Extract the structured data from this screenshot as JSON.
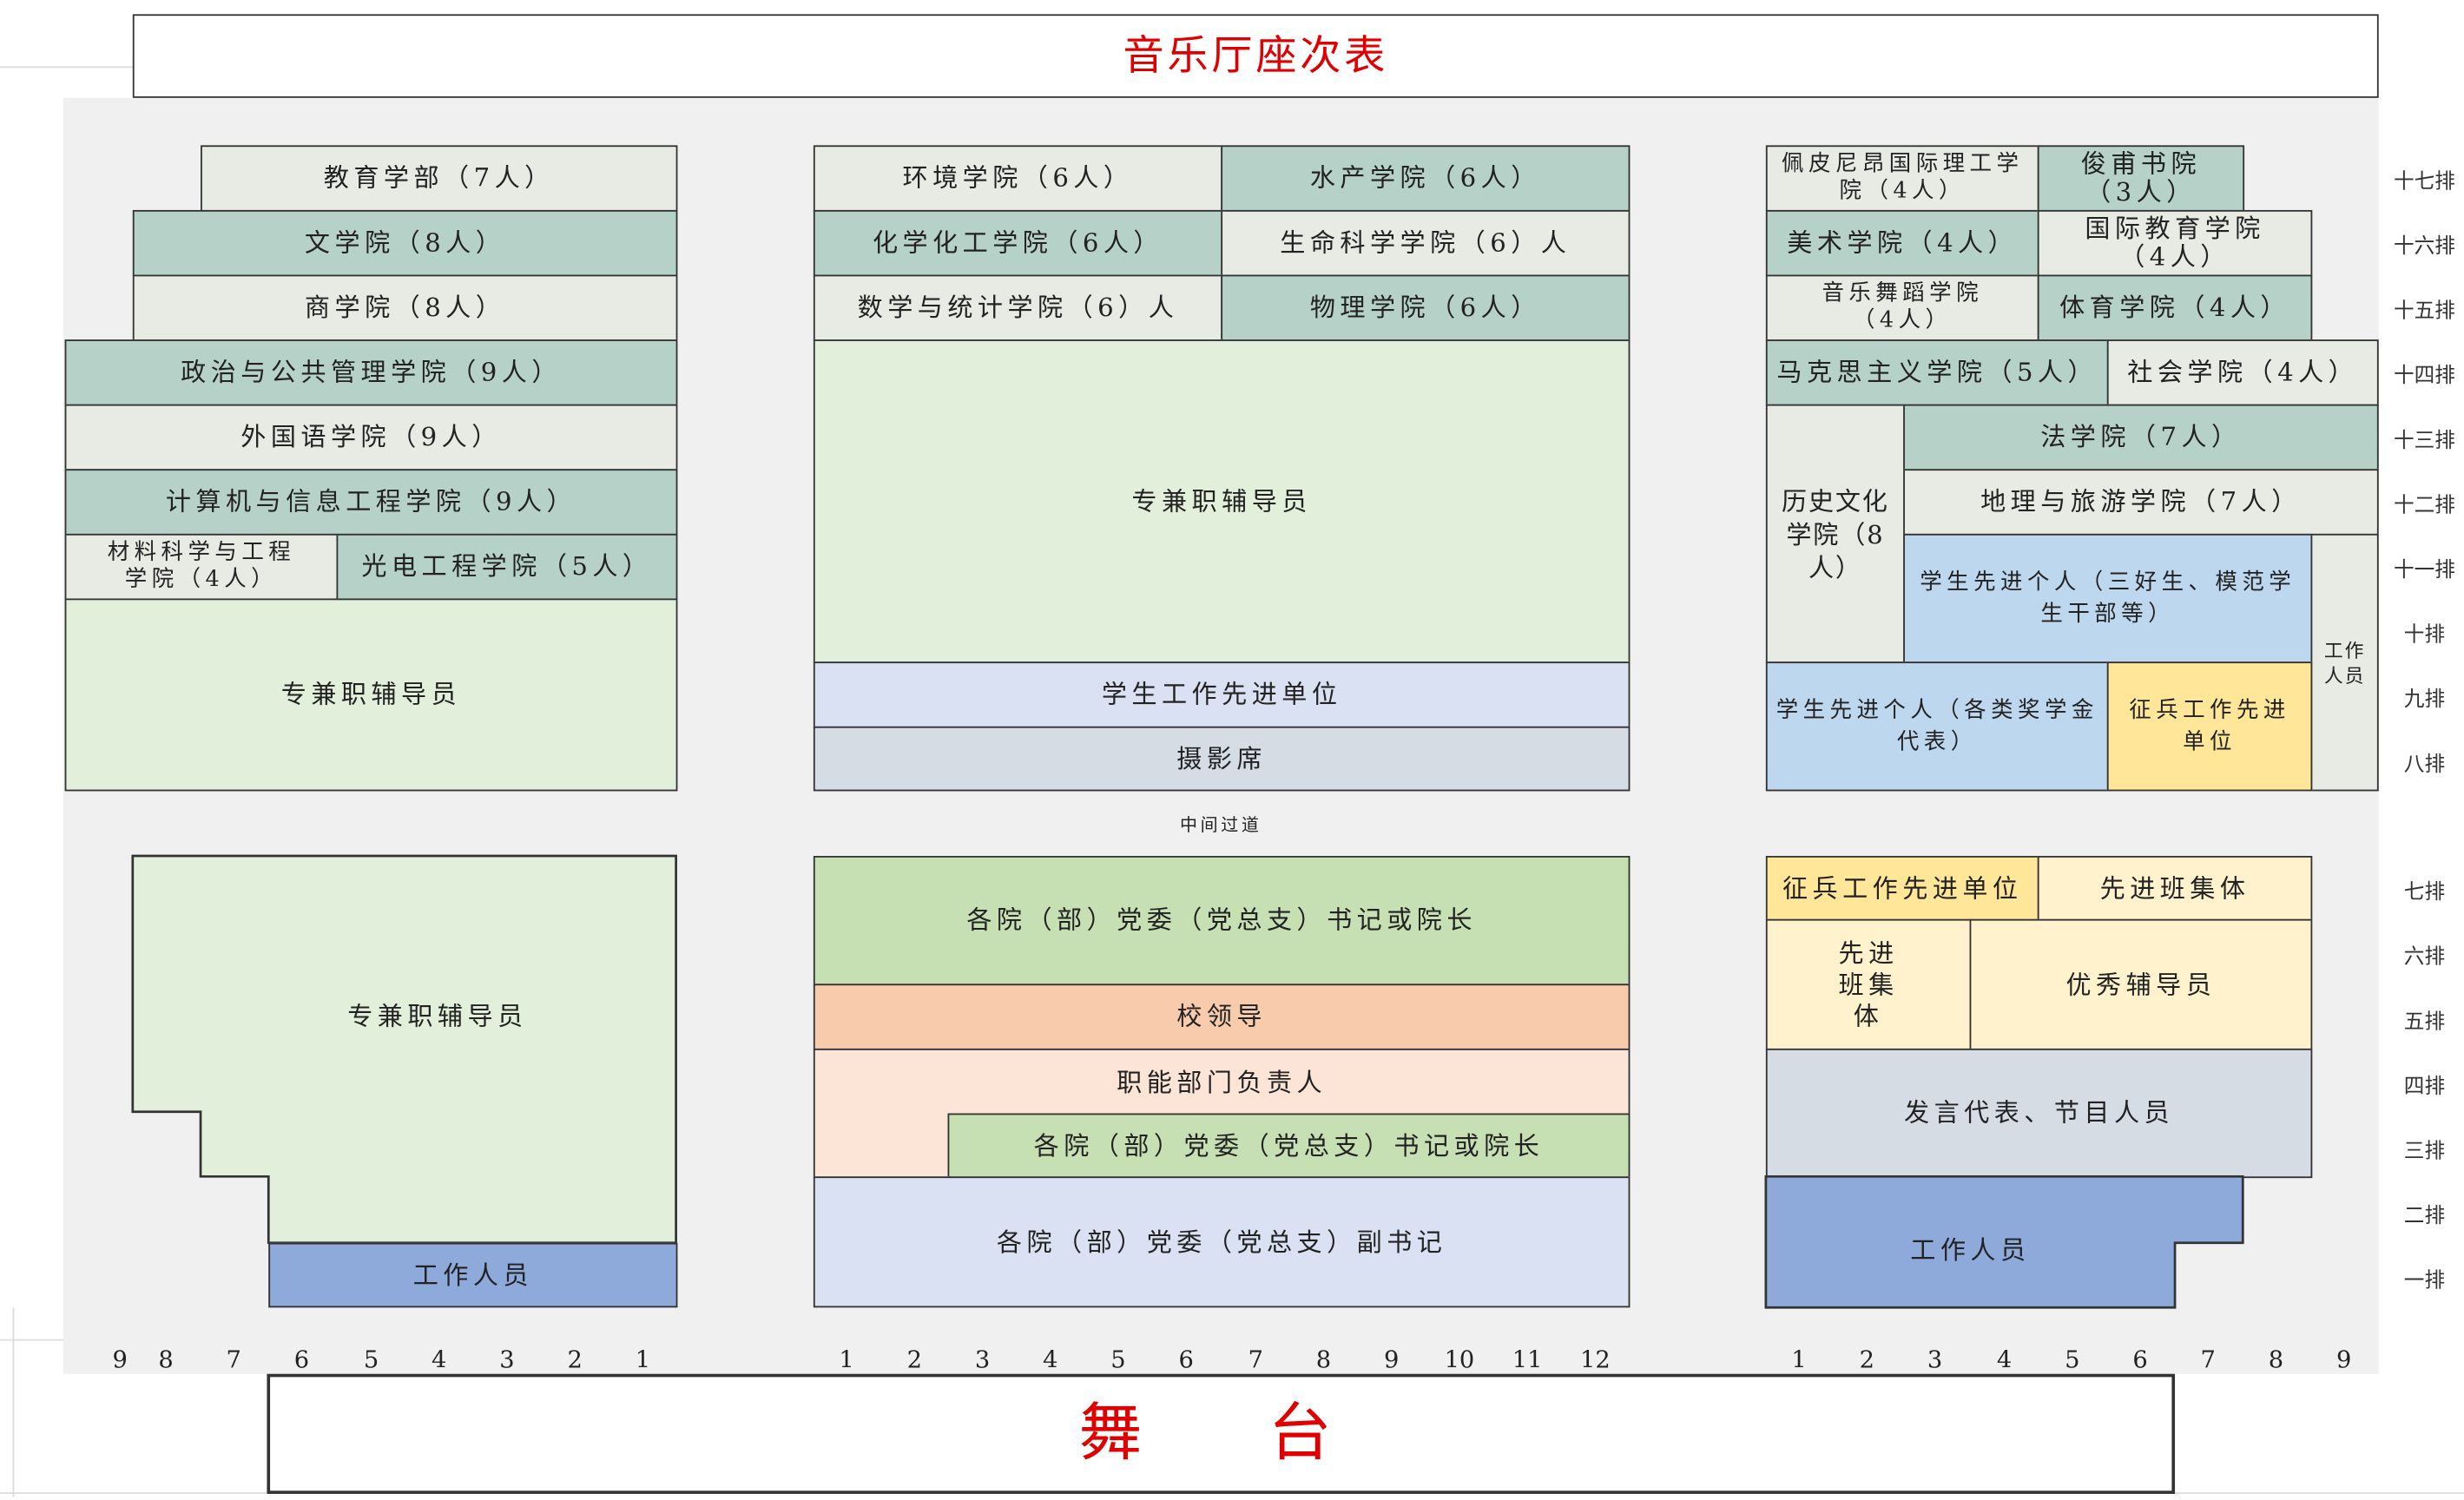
{
  "title": "音乐厅座次表",
  "stage": "舞　台",
  "aisle": "中间过道",
  "row_labels": [
    "十七排",
    "十六排",
    "十五排",
    "十四排",
    "十三排",
    "十二排",
    "十一排",
    "十排",
    "九排",
    "八排",
    "七排",
    "六排",
    "五排",
    "四排",
    "三排",
    "二排",
    "一排"
  ],
  "left_top": {
    "jiaoyu": "教育学部（7人）",
    "wenxue": "文学院（8人）",
    "shangxue": "商学院（8人）",
    "zhengzhi": "政治与公共管理学院（9人）",
    "waiguoyu": "外国语学院（9人）",
    "jisuanji": "计算机与信息工程学院（9人）",
    "cailiao": "材料科学与工程学院（4人）",
    "guangdian": "光电工程学院（5人）",
    "fudaoyuan": "专兼职辅导员"
  },
  "mid_top": {
    "huanjing": "环境学院（6人）",
    "shuichan": "水产学院（6人）",
    "huaxue": "化学化工学院（6人）",
    "shengming": "生命科学学院（6）人",
    "shuxue": "数学与统计学院（6）人",
    "wuli": "物理学院（6人）",
    "fudaoyuan": "专兼职辅导员",
    "xianjin_danwei": "学生工作先进单位",
    "sheying": "摄影席"
  },
  "right_top": {
    "peipi": "佩皮尼昂国际理工学院（4人）",
    "junfu": "俊甫书院（3人）",
    "meishu": "美术学院（4人）",
    "guojijiaoyu": "国际教育学院（4人）",
    "yinyue": "音乐舞蹈学院（4人）",
    "tiyu": "体育学院（4人）",
    "makesi": "马克思主义学院（5人）",
    "shehui": "社会学院（4人）",
    "lishi": "历史文化学院（8人）",
    "faxue": "法学院（7人）",
    "dili": "地理与旅游学院（7人）",
    "xianjin_geren1": "学生先进个人（三好生、模范学生干部等）",
    "gongzuo": "工作人员",
    "xianjin_geren2": "学生先进个人（各类奖学金代表）",
    "zhengbing": "征兵工作先进单位"
  },
  "left_bottom": {
    "fudaoyuan": "专兼职辅导员",
    "gongzuo": "工作人员"
  },
  "mid_bottom": {
    "shuji": "各院（部）党委（党总支）书记或院长",
    "xiaolingdao": "校领导",
    "zhineng": "职能部门负责人",
    "shuji2": "各院（部）党委（党总支）书记或院长",
    "fushuji": "各院（部）党委（党总支）副书记"
  },
  "right_bottom": {
    "zhengbing": "征兵工作先进单位",
    "banjiti1": "先进班集体",
    "banjiti2": "先进班集体",
    "youxiu": "优秀辅导员",
    "fayan": "发言代表、节目人员",
    "gongzuo": "工作人员"
  },
  "col_numbers": {
    "left": [
      "9",
      "8",
      "7",
      "6",
      "5",
      "4",
      "3",
      "2",
      "1"
    ],
    "middle": [
      "1",
      "2",
      "3",
      "4",
      "5",
      "6",
      "7",
      "8",
      "9",
      "10",
      "11",
      "12"
    ],
    "right": [
      "1",
      "2",
      "3",
      "4",
      "5",
      "6",
      "7",
      "8",
      "9"
    ]
  },
  "colors": {
    "title": "#e00000",
    "teal": "#b6d1c8",
    "light": "#e8eae4",
    "green": "#e2efda",
    "blue": "#bdd7ee",
    "yellow": "#ffe699",
    "staff_blue": "#8eaadb"
  }
}
